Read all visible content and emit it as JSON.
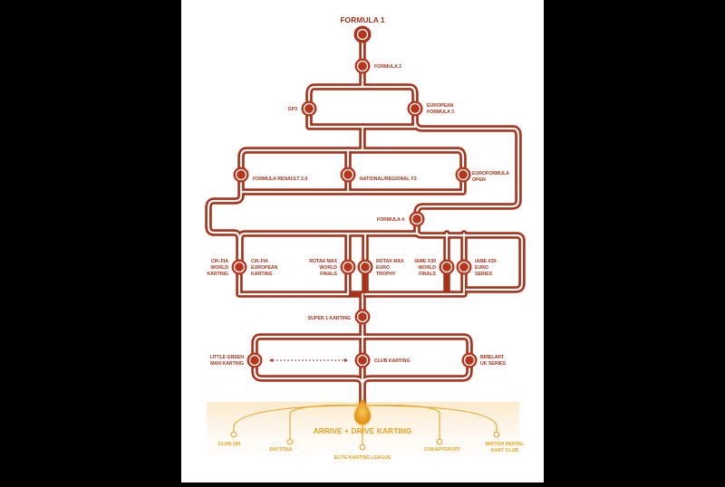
{
  "title": "FORMULA 1",
  "colors": {
    "route": "#a8321a",
    "node": "#b8341a",
    "amateur": "#e8a21e",
    "panel": "#ffffff",
    "background": "#000000"
  },
  "nodes": {
    "formula2": "FORMULA 2",
    "gp3": "GP3",
    "european_f3": [
      "EUROPEAN",
      "FORMULA 3"
    ],
    "formula_renault": "FORMULA RENAULT 2.0",
    "national_f3": "NATIONAL/REGIONAL F3",
    "euroformula": [
      "EUROFORMULA",
      "OPEN"
    ],
    "formula4": "FORMULA 4",
    "cik_world": [
      "CIK-FIA",
      "WORLD",
      "KARTING"
    ],
    "cik_european": [
      "CIK-FIA",
      "EUROPEAN",
      "KARTING"
    ],
    "rotax_world": [
      "ROTAX MAX",
      "WORLD",
      "FINALS"
    ],
    "rotax_euro": [
      "ROTAX MAX",
      "EURO",
      "TROPHY"
    ],
    "iame_world": [
      "IAME X30",
      "WORLD",
      "FINALS"
    ],
    "iame_euro": [
      "IAME X30",
      "EURO",
      "SERIES"
    ],
    "super1": "SUPER 1 KARTING",
    "little_green": [
      "LITTLE GREEN",
      "MAN KARTING"
    ],
    "club_karting": "CLUB KARTING",
    "birel": [
      "BIRELART",
      "UK SERIES"
    ]
  },
  "arrive_drive": "ARRIVE + DRIVE KARTING",
  "feeders": {
    "club100": "CLUB 100",
    "daytona": "DAYTONA",
    "elite": "ELITE KARTING LEAGUE",
    "cokart": "COKARTSPORT",
    "brkc": [
      "BRITISH RENTAL",
      "KART CLUB"
    ]
  }
}
